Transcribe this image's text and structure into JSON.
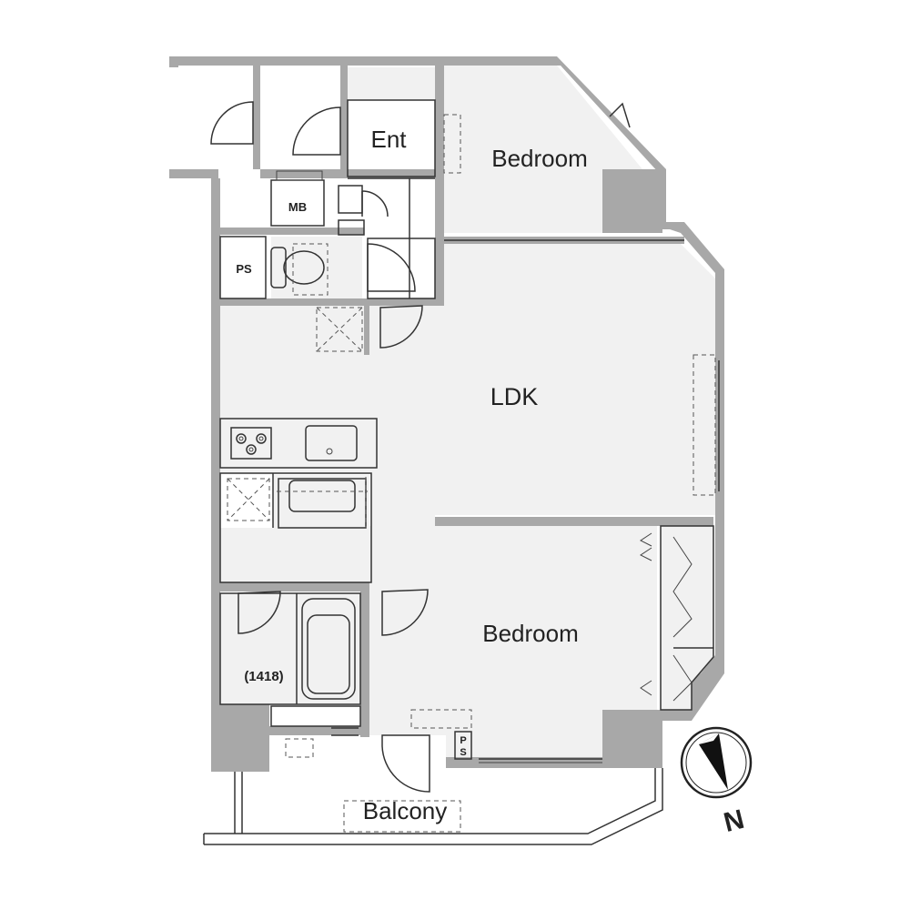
{
  "rooms": {
    "entrance": "Ent",
    "bedroom_north": "Bedroom",
    "ldk": "LDK",
    "bedroom_south": "Bedroom",
    "balcony": "Balcony",
    "meter_box": "MB",
    "pipe_space": "PS",
    "pipe_space_small": "P\nS",
    "bath_size": "(1418)"
  },
  "compass": {
    "label": "N",
    "icon": "north-arrow-icon"
  },
  "colors": {
    "wall": "#a8a8a8",
    "floor": "#f1f1f1",
    "line": "#333333"
  }
}
